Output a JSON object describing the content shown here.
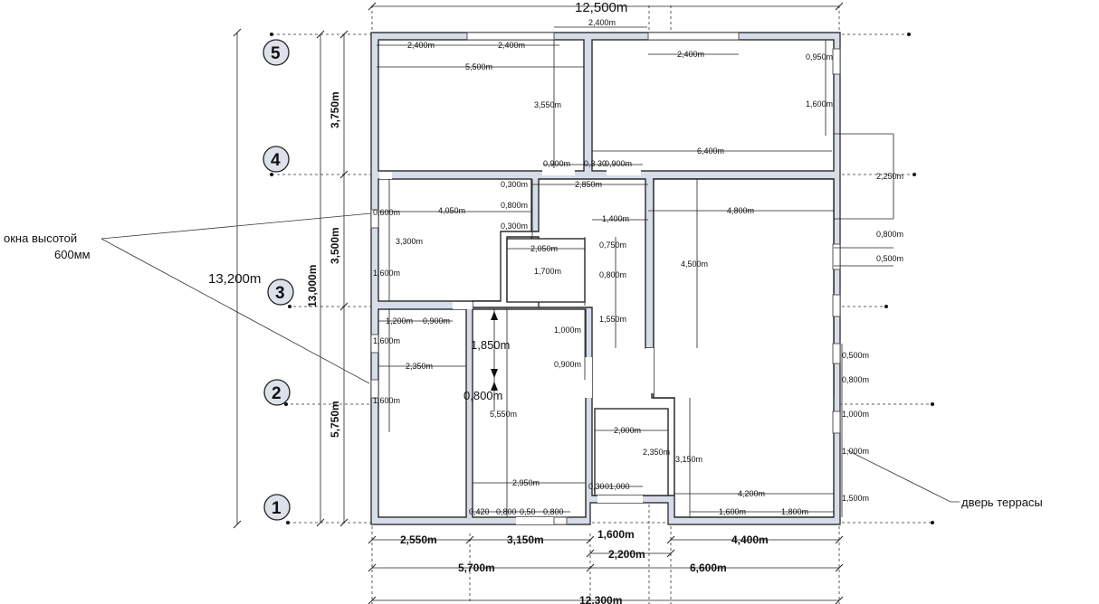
{
  "axes": [
    "1",
    "2",
    "3",
    "4",
    "5"
  ],
  "notes": {
    "windows_line1": "окна высотой",
    "windows_line2": "600мм",
    "terrace_door": "дверь террасы"
  },
  "overall": {
    "top_width": "12,500m",
    "left_height": "13,200m",
    "left_height_2": "13,000m",
    "seg_3750": "3,750m",
    "seg_3500": "3,500m",
    "seg_5750": "5,750m"
  },
  "bottom": {
    "d_2550": "2,550m",
    "d_3150": "3,150m",
    "d_1600": "1,600m",
    "d_4400": "4,400m",
    "d_2200": "2,200m",
    "d_5700": "5,700m",
    "d_6600": "6,600m",
    "d_12300": "12,300m"
  },
  "interior": {
    "top_2400a": "2,400m",
    "r1_2400a": "2,400m",
    "r1_2400b": "2,400m",
    "r1_5500": "5,500m",
    "r1_3550": "3,550m",
    "r2_2400": "2,400m",
    "r2_0950": "0,950m",
    "r2_1600": "1,600m",
    "r2_6400": "6,400m",
    "c_0900a": "0,900m",
    "c_030": "0,3",
    "c_30": "30",
    "c_0900b": "0,900m",
    "r_2250": "2,250m",
    "c_0300a": "0,300m",
    "c_2850": "2,850m",
    "c_0800": "0,800m",
    "c_0300b": "0,300m",
    "l_0600": "0,600m",
    "l_4050": "4,050m",
    "l_3300": "3,300m",
    "l_1600": "1,600m",
    "c_1400": "1,400m",
    "c_2050": "2,050m",
    "c_0750": "0,750m",
    "c_1700": "1,700m",
    "c_0800b": "0,800m",
    "c_1550": "1,550m",
    "c_1000": "1,000m",
    "c_0900c": "0,900m",
    "rr_4800": "4,800m",
    "rr_4500": "4,500m",
    "r_0800": "0,800m",
    "r_0500": "0,500m",
    "lb_1200": "1,200m",
    "lb_0900": "0,900m",
    "lb_1600a": "1,600m",
    "lb_2350": "2,350m",
    "lb_1600b": "1,600m",
    "m_1850": "1,850m",
    "m_0800": "0,800m",
    "m_5550": "5,550m",
    "m_2950": "2,950m",
    "bot_0420": "0,420",
    "bot_0800a": "0,800",
    "bot_050": "0,50",
    "bot_0800b": "0,800",
    "b_030": "0,30",
    "b_1000": "01,000",
    "b_2000": "2,000m",
    "b_2350": "2,350m",
    "b_3150": "3,150m",
    "b_4200": "4,200m",
    "b_1600": "1,600m",
    "b_1800": "1,800m",
    "r_0500b": "0,500m",
    "r_0800b": "0,800m",
    "r_1000a": "1,000m",
    "r_1000b": "1,000m",
    "r_1500": "1,500m"
  }
}
